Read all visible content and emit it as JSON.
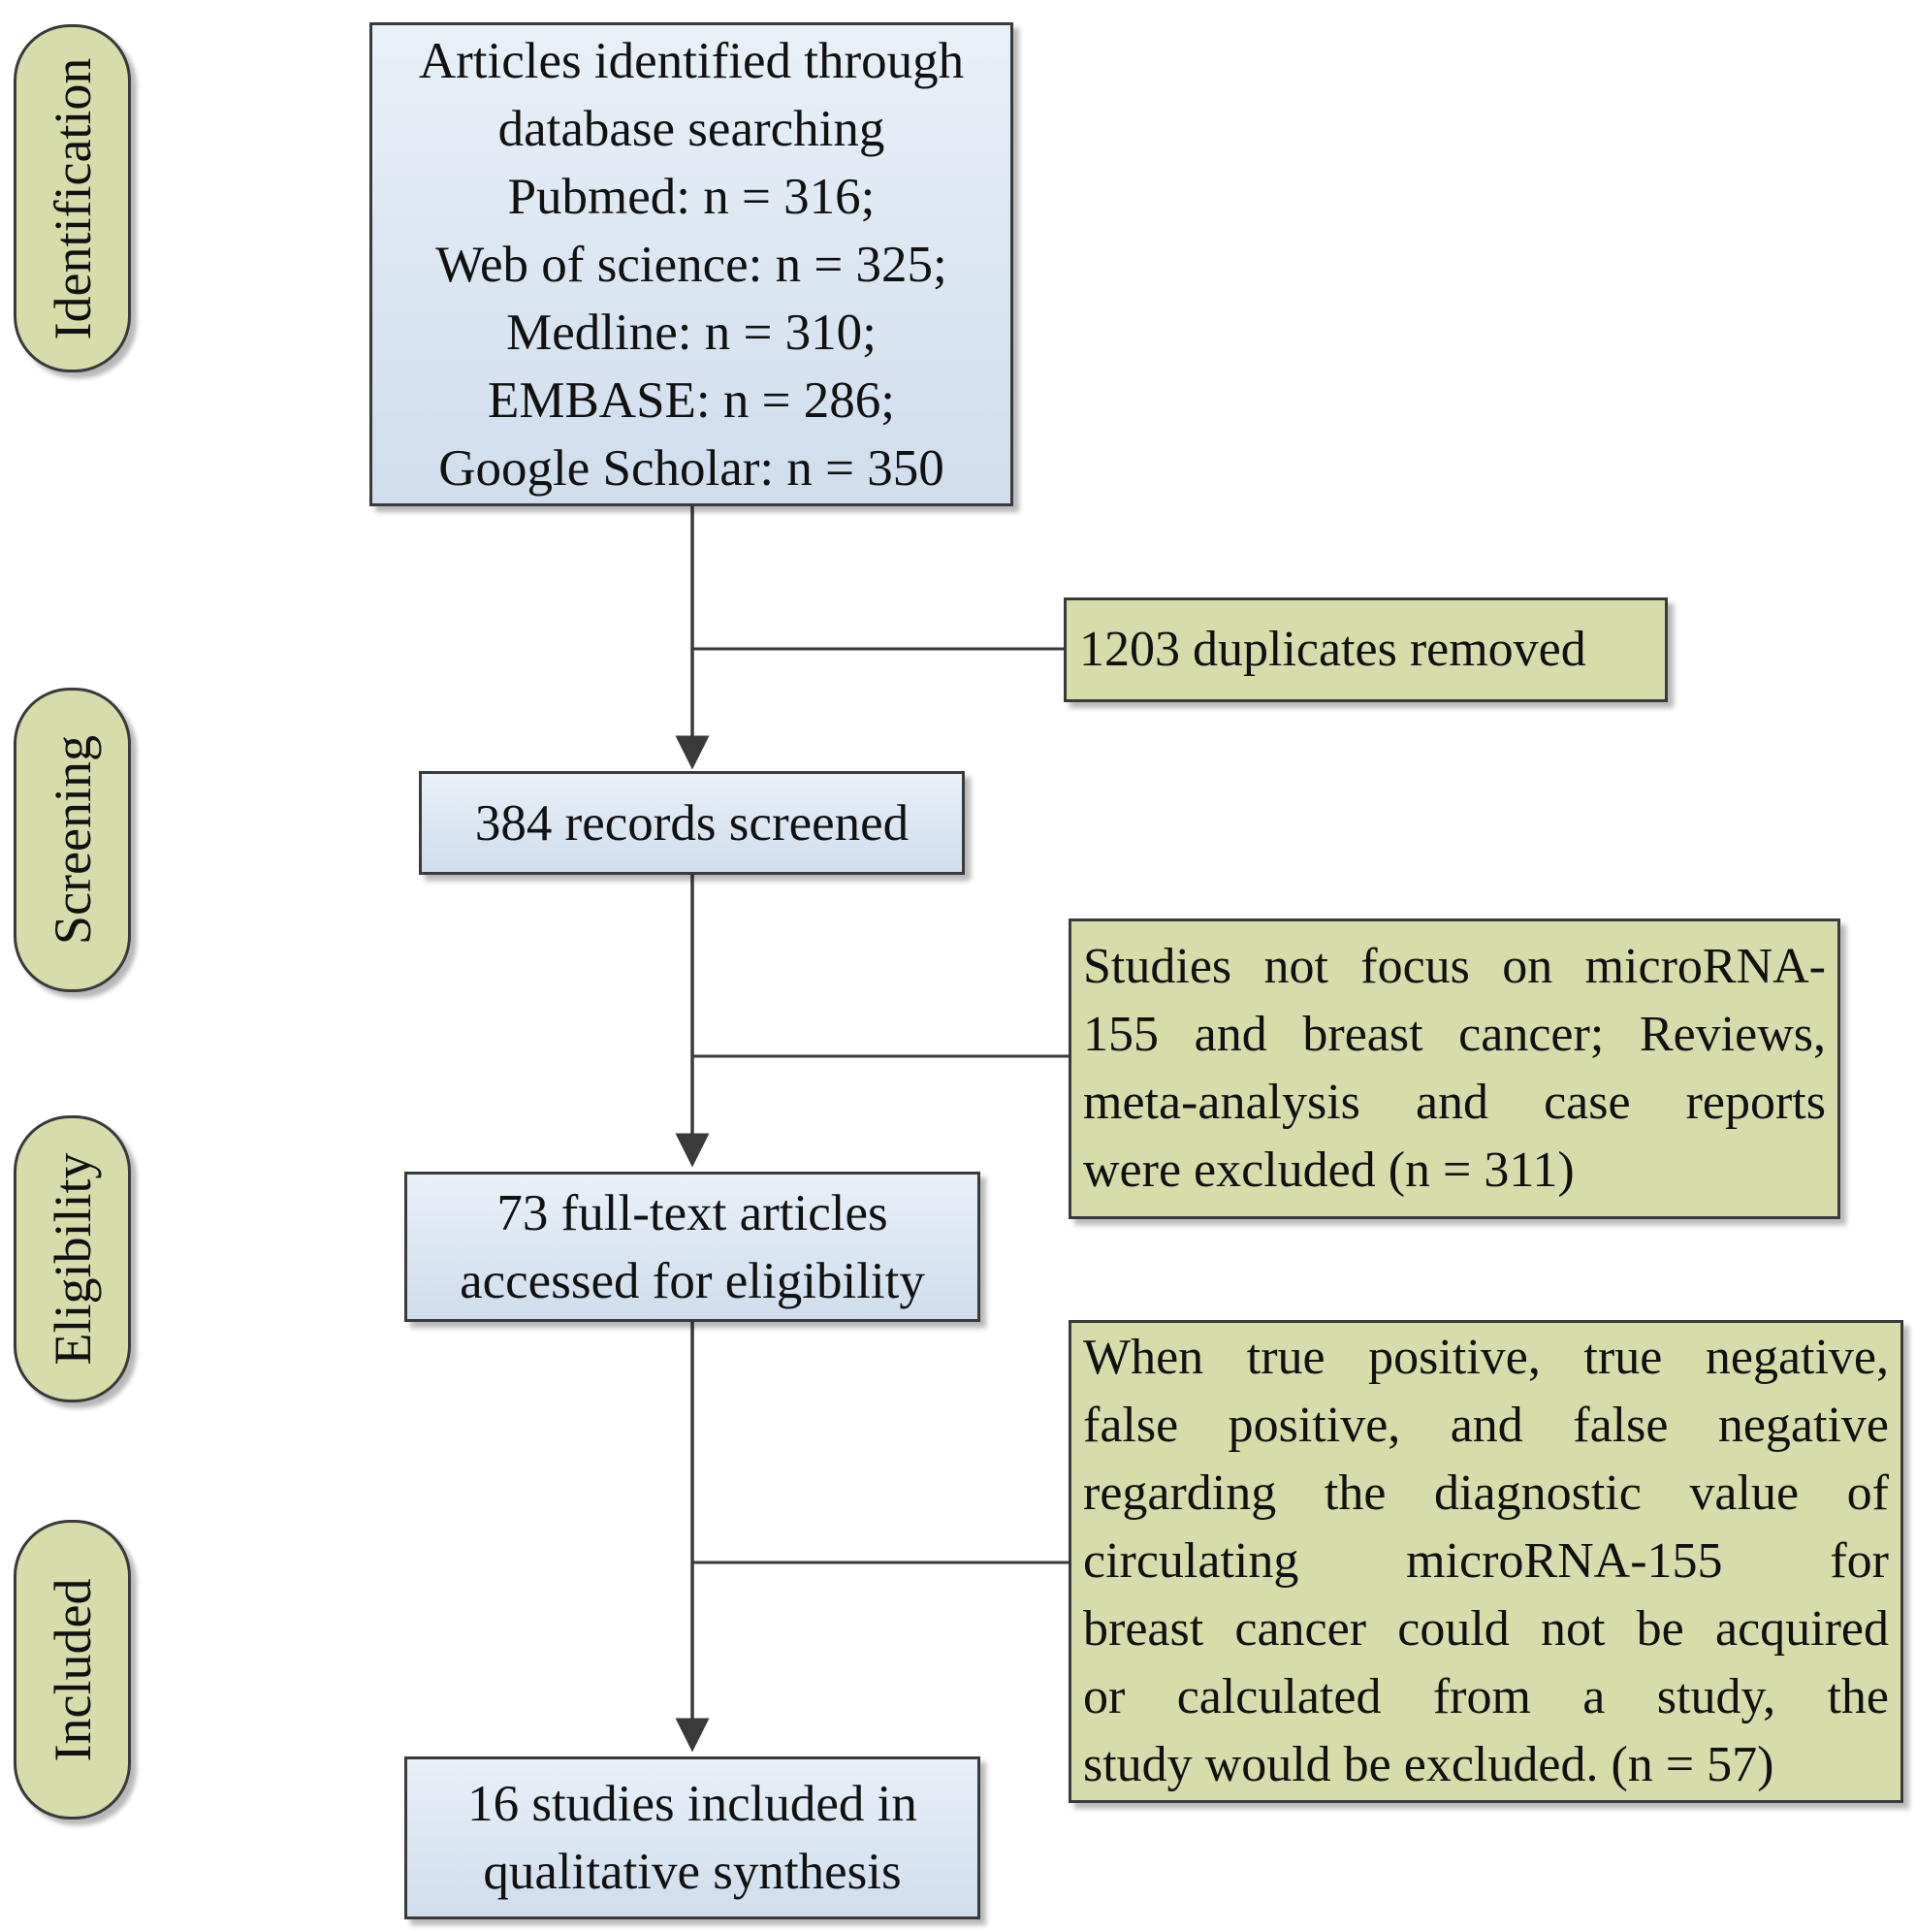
{
  "phases": {
    "identification": "Identification",
    "screening": "Screening",
    "eligibility": "Eligibility",
    "included": "Included"
  },
  "boxes": {
    "identified": {
      "lines": [
        "Articles identified through",
        "database searching",
        "Pubmed: n = 316;",
        "Web of science: n = 325;",
        "Medline: n = 310;",
        "EMBASE: n = 286;",
        "Google Scholar: n = 350"
      ]
    },
    "duplicates": {
      "lines": [
        "1203 duplicates removed"
      ]
    },
    "screened": {
      "lines": [
        "384 records screened"
      ]
    },
    "excluded_screening": {
      "lines": [
        "Studies not focus on microRNA-",
        "155 and breast cancer; Reviews,",
        "meta-analysis and case reports",
        "were excluded (n = 311)"
      ]
    },
    "eligibility": {
      "lines": [
        "73 full-text articles",
        "accessed for eligibility"
      ]
    },
    "excluded_eligibility": {
      "lines": [
        "When true positive, true negative,",
        "false positive, and false negative",
        "regarding the diagnostic value of",
        "circulating microRNA-155 for",
        "breast cancer could not be acquired",
        "or calculated from a study, the",
        "study would be excluded.  (n = 57)"
      ]
    },
    "included": {
      "lines": [
        "16 studies included in",
        "qualitative synthesis"
      ]
    }
  },
  "colors": {
    "blue_top": "#e9f0f8",
    "blue_bottom": "#cfddee",
    "green_fill": "#d6dcaa",
    "border": "#3a3a3a"
  }
}
